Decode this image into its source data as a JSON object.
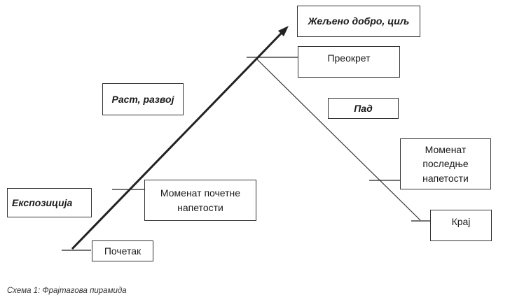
{
  "diagram": {
    "title": "Фрајтагова пирамида",
    "nodes": {
      "goal": "Жељено добро, циљ",
      "turn": "Преокрет",
      "growth": "Раст, развој",
      "fall": "Пад",
      "last_tension": "Моменат последње напетости",
      "exposition": "Експозиција",
      "initial_tension": "Моменат почетне напетости",
      "end": "Крај",
      "start": "Почетак"
    },
    "caption": "Схема 1: Фрајтагова пирамида",
    "colors": {
      "line": "#222222",
      "border": "#333333"
    }
  }
}
